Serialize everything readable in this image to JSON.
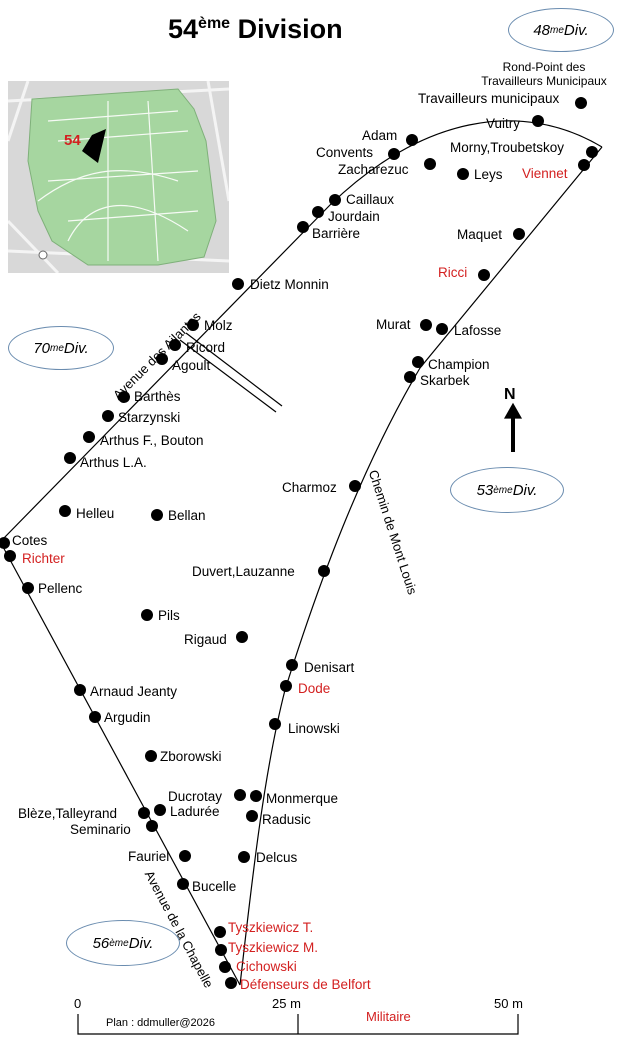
{
  "title": {
    "main": "54",
    "sup": "ème",
    "rest": " Division"
  },
  "inset": {
    "highlight_label": "54"
  },
  "divisions": [
    {
      "id": "d48",
      "num": "48",
      "sup": "me",
      "word": " Div."
    },
    {
      "id": "d70",
      "num": "70",
      "sup": "me",
      "word": " Div."
    },
    {
      "id": "d53",
      "num": "53",
      "sup": "ème",
      "word": " Div."
    },
    {
      "id": "d56",
      "num": "56",
      "sup": "ème",
      "word": " Div."
    }
  ],
  "rond_point": {
    "line1": "Rond-Point des",
    "line2": "Travailleurs Municipaux"
  },
  "roads": {
    "ailantes": "Avenue des Ailantes",
    "mont_louis": "Chemin de Mont Louis",
    "chapelle": "Avenue de la Chapelle"
  },
  "north": "N",
  "scale": {
    "zero": "0",
    "mid": "25 m",
    "end": "50 m",
    "credit": "Plan : ddmuller@2026",
    "militaire": "Militaire"
  },
  "colors": {
    "red": "#d32020",
    "oval_border": "#6a8caf",
    "park": "#a6d6a0",
    "street": "#c8c8c8"
  },
  "graves": [
    {
      "name": "Travailleurs municipaux",
      "red": false
    },
    {
      "name": "Vuitry",
      "red": false
    },
    {
      "name": "Adam",
      "red": false
    },
    {
      "name": "Convents",
      "red": false
    },
    {
      "name": "Zacharezuc",
      "red": false
    },
    {
      "name": "Morny,Troubetskoy",
      "red": false
    },
    {
      "name": "Viennet",
      "red": true
    },
    {
      "name": "Leys",
      "red": false
    },
    {
      "name": "Caillaux",
      "red": false
    },
    {
      "name": "Jourdain",
      "red": false
    },
    {
      "name": "Barrière",
      "red": false
    },
    {
      "name": "Maquet",
      "red": false
    },
    {
      "name": "Ricci",
      "red": true
    },
    {
      "name": "Dietz Monnin",
      "red": false
    },
    {
      "name": "Molz",
      "red": false
    },
    {
      "name": "Ricord",
      "red": false
    },
    {
      "name": "Agoult",
      "red": false
    },
    {
      "name": "Murat",
      "red": false
    },
    {
      "name": "Lafosse",
      "red": false
    },
    {
      "name": "Champion",
      "red": false
    },
    {
      "name": "Skarbek",
      "red": false
    },
    {
      "name": "Barthès",
      "red": false
    },
    {
      "name": "Starzynski",
      "red": false
    },
    {
      "name": "Arthus F., Bouton",
      "red": false
    },
    {
      "name": "Arthus L.A.",
      "red": false
    },
    {
      "name": "Charmoz",
      "red": false
    },
    {
      "name": "Helleu",
      "red": false
    },
    {
      "name": "Bellan",
      "red": false
    },
    {
      "name": "Cotes",
      "red": false
    },
    {
      "name": "Richter",
      "red": true
    },
    {
      "name": "Pellenc",
      "red": false
    },
    {
      "name": "Duvert,Lauzanne",
      "red": false
    },
    {
      "name": "Pils",
      "red": false
    },
    {
      "name": "Rigaud",
      "red": false
    },
    {
      "name": "Denisart",
      "red": false
    },
    {
      "name": "Dode",
      "red": true
    },
    {
      "name": "Arnaud Jeanty",
      "red": false
    },
    {
      "name": "Argudin",
      "red": false
    },
    {
      "name": "Linowski",
      "red": false
    },
    {
      "name": "Zborowski",
      "red": false
    },
    {
      "name": "Ducrotay",
      "red": false
    },
    {
      "name": "Monmerque",
      "red": false
    },
    {
      "name": "Radusic",
      "red": false
    },
    {
      "name": "Blèze,Talleyrand",
      "red": false
    },
    {
      "name": "Ladurée",
      "red": false
    },
    {
      "name": "Seminario",
      "red": false
    },
    {
      "name": "Fauriel",
      "red": false
    },
    {
      "name": "Delcus",
      "red": false
    },
    {
      "name": "Bucelle",
      "red": false
    },
    {
      "name": "Tyszkiewicz T.",
      "red": true
    },
    {
      "name": "Tyszkiewicz M.",
      "red": true
    },
    {
      "name": "Cichowski",
      "red": true
    },
    {
      "name": "Défenseurs de Belfort",
      "red": true
    }
  ]
}
